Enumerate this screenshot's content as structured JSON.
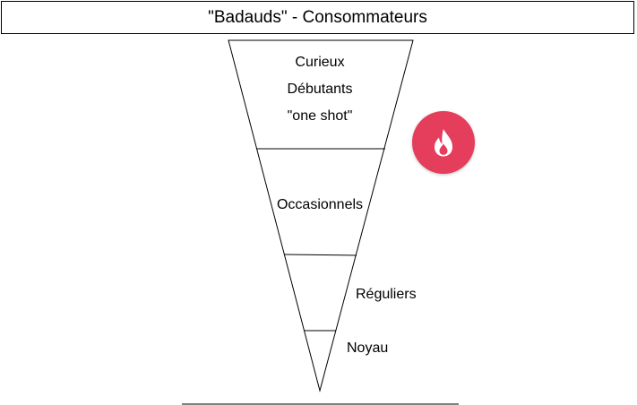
{
  "title": "\"Badauds\" - Consommateurs",
  "funnel": {
    "top_tier": {
      "line1": "Curieux",
      "line2": "Débutants",
      "line3": "\"one shot\""
    },
    "tier2": "Occasionnels",
    "tier3": "Réguliers",
    "tier4": "Noyau"
  },
  "icon": {
    "name": "fire-icon",
    "badge_color": "#e53d5c",
    "glyph_color": "#ffffff"
  }
}
